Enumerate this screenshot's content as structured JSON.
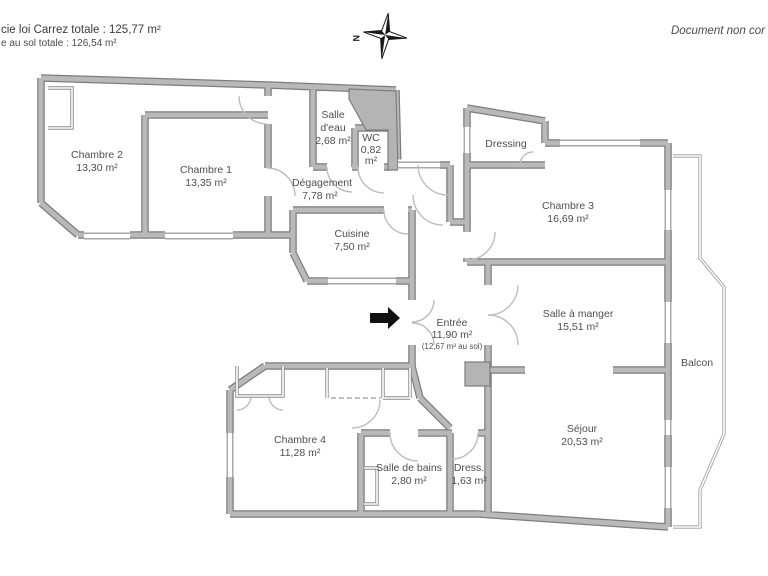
{
  "header": {
    "carrez_line": "cie loi Carrez totale :  125,77 m²",
    "floor_line": "e au sol totale :  126,54 m²",
    "note": "Document non cor"
  },
  "compass": {
    "north_label": "N"
  },
  "rooms": {
    "chambre2": {
      "lines": [
        "Chambre 2",
        "13,30 m²"
      ]
    },
    "chambre1": {
      "lines": [
        "Chambre 1",
        "13,35 m²"
      ]
    },
    "salle_deau": {
      "lines": [
        "Salle",
        "d'eau",
        "2,68 m²"
      ]
    },
    "wc": {
      "lines": [
        "WC",
        "0,82",
        "m²"
      ]
    },
    "degagement": {
      "lines": [
        "Dégagement",
        "7,78 m²"
      ]
    },
    "cuisine": {
      "lines": [
        "Cuisine",
        "7,50 m²"
      ]
    },
    "dressing": {
      "lines": [
        "Dressing"
      ]
    },
    "chambre3": {
      "lines": [
        "Chambre 3",
        "16,69 m²"
      ]
    },
    "entree": {
      "lines": [
        "Entrée",
        "11,90 m²",
        "(12,67 m² au sol)"
      ]
    },
    "salle_a_manger": {
      "lines": [
        "Salle à manger",
        "15,51 m²"
      ]
    },
    "balcon": {
      "lines": [
        "Balcon"
      ]
    },
    "sejour": {
      "lines": [
        "Séjour",
        "20,53 m²"
      ]
    },
    "chambre4": {
      "lines": [
        "Chambre 4",
        "11,28 m²"
      ]
    },
    "salle_de_bains": {
      "lines": [
        "Salle de bains",
        "2,80 m²"
      ]
    },
    "dress": {
      "lines": [
        "Dress.",
        "1,63 m²"
      ]
    }
  },
  "colors": {
    "wall": "#b9b9b9",
    "wall_edge": "#7d7d7d",
    "text": "#4f4f4f",
    "arrow": "#111111"
  }
}
